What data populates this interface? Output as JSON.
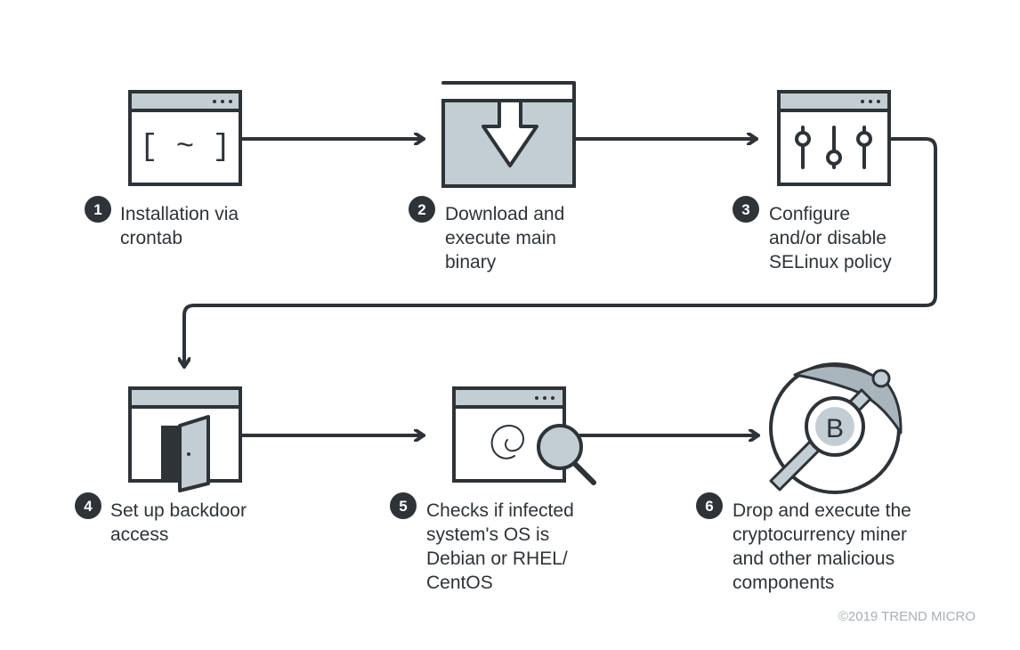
{
  "colors": {
    "ink": "#2e3338",
    "tint": "#c3ced4",
    "copyright": "#a8b0b6"
  },
  "steps": [
    {
      "number": "1",
      "icon": "crontab-terminal-icon",
      "lines": [
        "Installation via",
        "crontab"
      ]
    },
    {
      "number": "2",
      "icon": "download-arrow-icon",
      "lines": [
        "Download and",
        "execute main",
        "binary"
      ]
    },
    {
      "number": "3",
      "icon": "settings-sliders-icon",
      "lines": [
        "Configure",
        "and/or disable",
        "SELinux policy"
      ]
    },
    {
      "number": "4",
      "icon": "backdoor-icon",
      "lines": [
        "Set up backdoor",
        "access"
      ]
    },
    {
      "number": "5",
      "icon": "os-check-magnifier-icon",
      "lines": [
        "Checks if infected",
        "system's OS is",
        "Debian or RHEL/",
        "CentOS"
      ]
    },
    {
      "number": "6",
      "icon": "crypto-pickaxe-icon",
      "lines": [
        "Drop and execute the",
        "cryptocurrency miner",
        "and other malicious",
        "components"
      ]
    }
  ],
  "icon_text": {
    "crontab_glyph": "[ ~ ]",
    "bitcoin_glyph": "B"
  },
  "copyright": "©2019 TREND MICRO"
}
